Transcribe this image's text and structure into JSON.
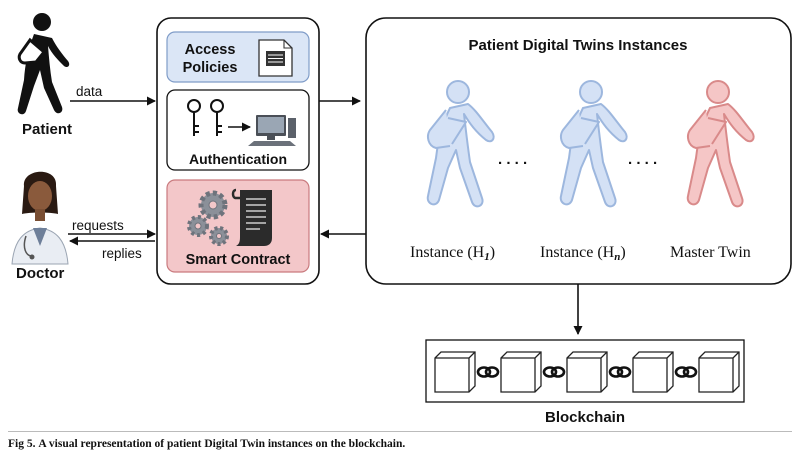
{
  "actors": {
    "patient": {
      "label": "Patient",
      "arrow_label": "data"
    },
    "doctor": {
      "label": "Doctor",
      "request_label": "requests",
      "reply_label": "replies"
    }
  },
  "middle": {
    "access_policies": "Access Policies",
    "authentication": "Authentication",
    "smart_contract": "Smart Contract"
  },
  "twins": {
    "title": "Patient Digital Twins Instances",
    "instance_prefix": "Instance",
    "instance_1_sub": "1",
    "instance_n_sub": "n",
    "master": "Master Twin",
    "dots": ". . . ."
  },
  "blockchain": {
    "label": "Blockchain",
    "block_count": 5
  },
  "caption": {
    "figure": "Fig 5.",
    "text": "A visual representation of patient Digital Twin instances on the blockchain."
  },
  "colors": {
    "policy_fill": "#dbe6f6",
    "policy_stroke": "#7f9cc8",
    "contract_fill": "#f3c7c9",
    "contract_stroke": "#c97a7e",
    "twin_blue_fill": "#d4e1f5",
    "twin_blue_stroke": "#9db7de",
    "twin_red_fill": "#f5c6c6",
    "twin_red_stroke": "#d98a8a"
  }
}
